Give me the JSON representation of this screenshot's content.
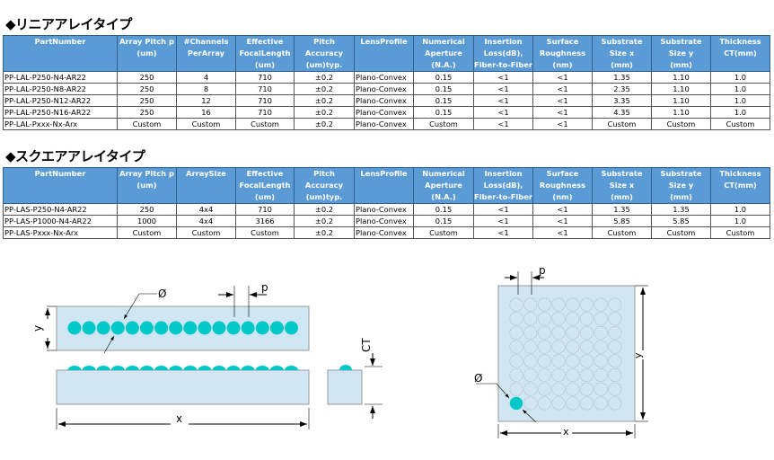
{
  "linear": {
    "title": "◆リニアアレイタイプ",
    "headers": [
      "PartNumber",
      "Array Pitch p\n(um)",
      "#Channels\nPerArray",
      "Effective\nFocalLength\n(um)",
      "Pitch\nAccuracy\n(um)typ.",
      "LensProfile",
      "Numerical\nAperture\n(N.A.)",
      "Insertion\nLoss(dB),\nFiber-to-Fiber",
      "Surface\nRoughness\n(nm)",
      "Substrate\nSize x\n(mm)",
      "Substrate\nSize y\n(mm)",
      "Thickness\nCT(mm)"
    ],
    "rows": [
      [
        "PP-LAL-P250-N4-AR22",
        "250",
        "4",
        "710",
        "±0.2",
        "Plano-Convex",
        "0.15",
        "<1",
        "<1",
        "1.35",
        "1.10",
        "1.0"
      ],
      [
        "PP-LAL-P250-N8-AR22",
        "250",
        "8",
        "710",
        "±0.2",
        "Plano-Convex",
        "0.15",
        "<1",
        "<1",
        "2.35",
        "1.10",
        "1.0"
      ],
      [
        "PP-LAL-P250-N12-AR22",
        "250",
        "12",
        "710",
        "±0.2",
        "Plano-Convex",
        "0.15",
        "<1",
        "<1",
        "3.35",
        "1.10",
        "1.0"
      ],
      [
        "PP-LAL-P250-N16-AR22",
        "250",
        "16",
        "710",
        "±0.2",
        "Plano-Convex",
        "0.15",
        "<1",
        "<1",
        "4.35",
        "1.10",
        "1.0"
      ],
      [
        "PP-LAL-Pxxx-Nx-Arx",
        "Custom",
        "Custom",
        "Custom",
        "±0.2",
        "Plano-Convex",
        "Custom",
        "<1",
        "<1",
        "Custom",
        "Custom",
        "Custom"
      ]
    ]
  },
  "square": {
    "title": "◆スクエアアレイタイプ",
    "headers": [
      "PartNumber",
      "Array Pitch p\n(um)",
      "ArraySize",
      "Effective\nFocalLength\n(um)",
      "Pitch\nAccuracy\n(um)typ.",
      "LensProfile",
      "Numerical\nAperture\n(N.A.)",
      "Insertion\nLoss(dB),\nFiber-to-Fiber",
      "Surface\nRoughness\n(nm)",
      "Substrate\nSize x\n(mm)",
      "Substrate\nSize y\n(mm)",
      "Thickness\nCT(mm)"
    ],
    "rows": [
      [
        "PP-LAS-P250-N4-AR22",
        "250",
        "4x4",
        "710",
        "±0.2",
        "Plano-Convex",
        "0.15",
        "<1",
        "<1",
        "1.35",
        "1.35",
        "1.0"
      ],
      [
        "PP-LAS-P1000-N4-AR22",
        "1000",
        "4x4",
        "3166",
        "±0.2",
        "Plano-Convex",
        "0.15",
        "<1",
        "<1",
        "5.85",
        "5.85",
        "1.0"
      ],
      [
        "PP-LAS-Pxxx-Nx-Arx",
        "Custom",
        "Custom",
        "Custom",
        "±0.2",
        "Plano-Convex",
        "Custom",
        "<1",
        "<1",
        "Custom",
        "Custom",
        "Custom"
      ]
    ]
  },
  "diagram": {
    "diameter": "Ø",
    "pitch": "p",
    "x": "x",
    "y": "y",
    "ct": "CT",
    "linear_lens_count": 16,
    "square_grid": 8
  },
  "colors": {
    "header": "#5b9bd5",
    "substrate": "#d0e6f3",
    "lens": "#00c8c8"
  }
}
